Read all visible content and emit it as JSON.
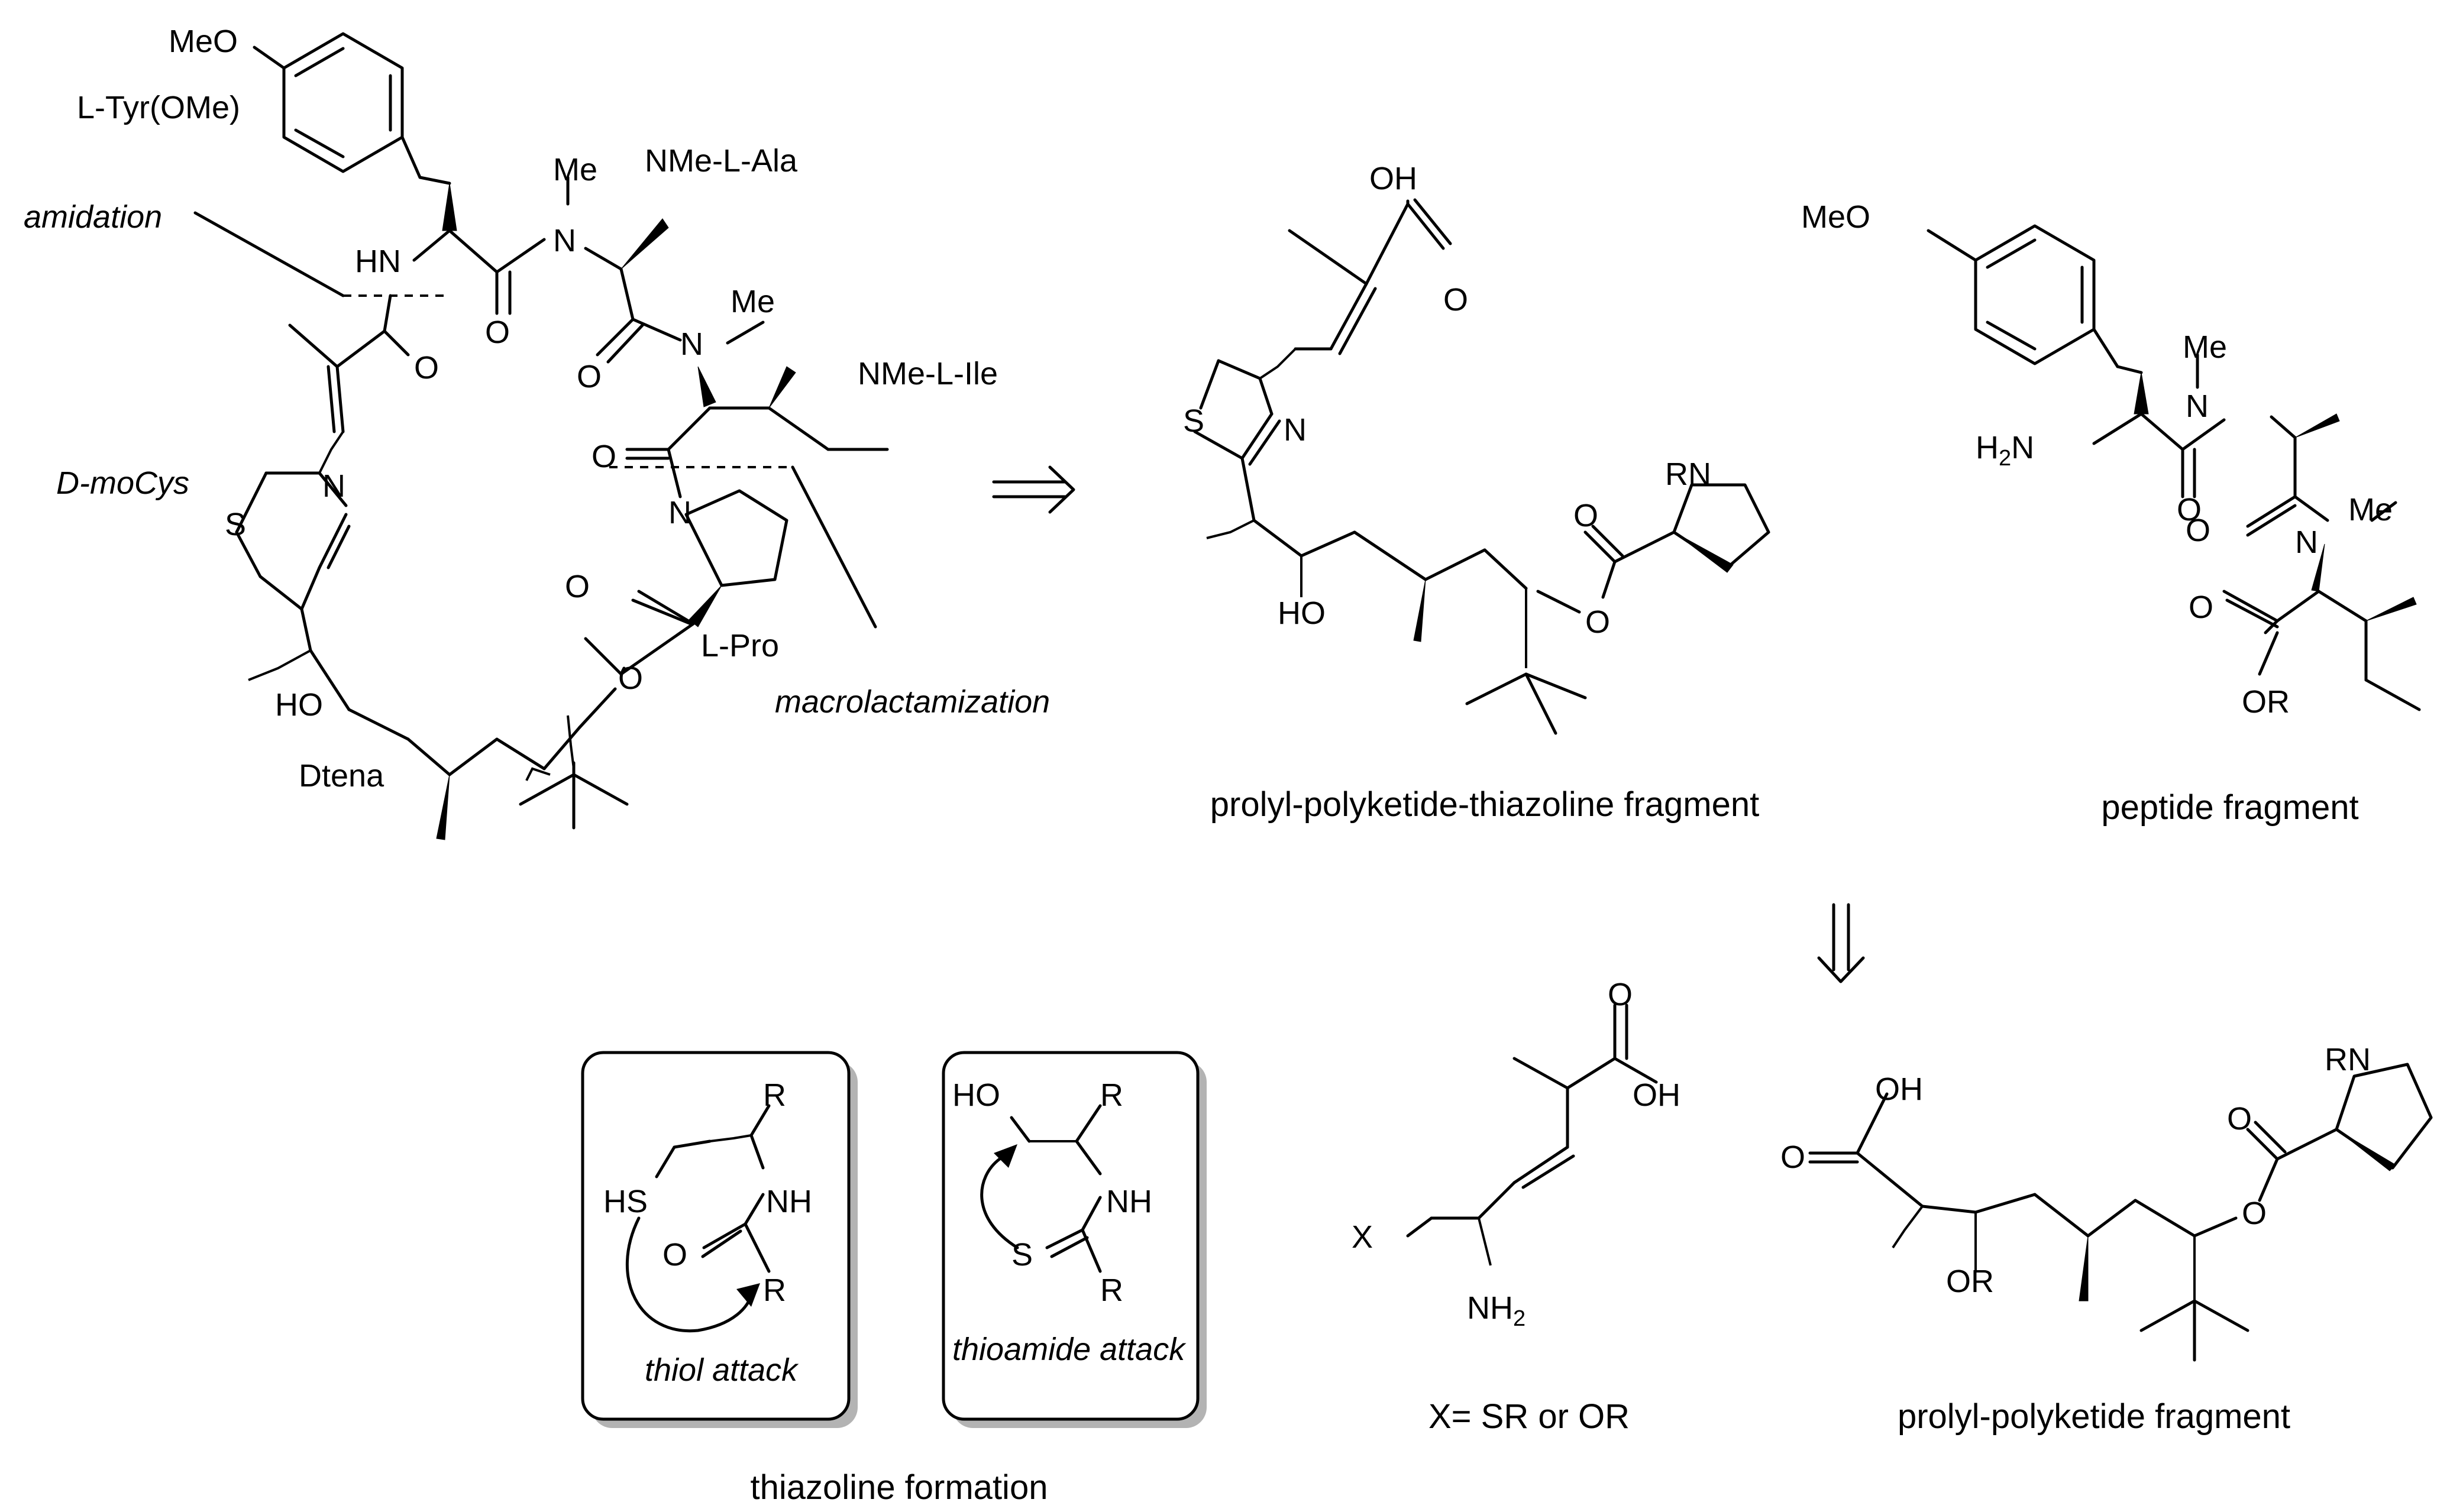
{
  "labels": {
    "tyr": "L-Tyr(OMe)",
    "meo": "MeO",
    "nmeala": "NMe-L-Ala",
    "nmeile": "NMe-L-Ile",
    "me": "Me",
    "amidation": "amidation",
    "hn": "HN",
    "n": "N",
    "o": "O",
    "s": "S",
    "dmocys": "D-moCys",
    "lpro": "L-Pro",
    "macrolactamization": "macrolactamization",
    "ho": "HO",
    "dtena": "Dtena",
    "oh": "OH",
    "rn": "RN",
    "h2n": "H2N",
    "or": "OR",
    "r": "R",
    "hs": "HS",
    "nh": "NH",
    "thiol_attack": "thiol attack",
    "thioamide_attack": "thioamide attack",
    "x": "X",
    "nh2": "NH2"
  },
  "captions": {
    "fragment1": "prolyl-polyketide-thiazoline fragment",
    "fragment2": "peptide fragment",
    "thiazoline_formation": "thiazoline formation",
    "x_def": "X= SR or OR",
    "fragment3": "prolyl-polyketide fragment"
  },
  "icons": {
    "retro_arrow": "retrosynthesis-arrow",
    "curved_arrow": "curved-arrow"
  }
}
